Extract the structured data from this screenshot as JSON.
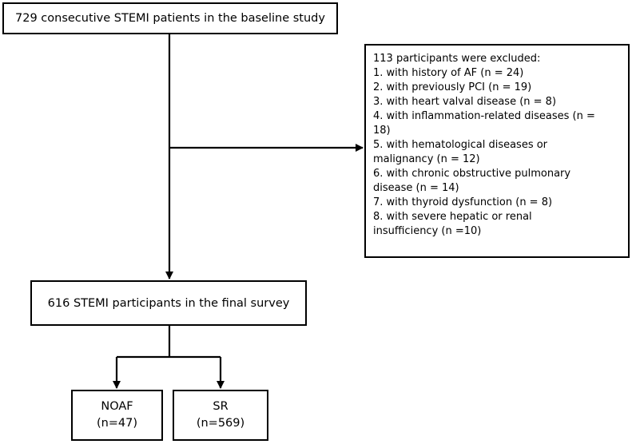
{
  "baseline_box": {
    "text": "729 consecutive STEMI patients in the baseline study"
  },
  "excluded_box": {
    "lines": [
      "113 participants were excluded:",
      "1. with history of  AF (n = 24)",
      "2. with previously PCI (n = 19)",
      "3. with heart valval disease (n = 8)",
      "4. with inflammation-related diseases (n =",
      "18)",
      "5. with hematological diseases or",
      "malignancy (n = 12)",
      "6. with chronic obstructive pulmonary",
      "disease (n = 14)",
      "7. with thyroid dysfunction (n = 8)",
      "8. with severe hepatic or renal",
      "insufficiency (n =10)"
    ]
  },
  "final_box": {
    "text": "616 STEMI participants in the final survey"
  },
  "noaf_box": {
    "label": "NOAF",
    "count": "(n=47)"
  },
  "sr_box": {
    "label": "SR",
    "count": "(n=569)"
  }
}
